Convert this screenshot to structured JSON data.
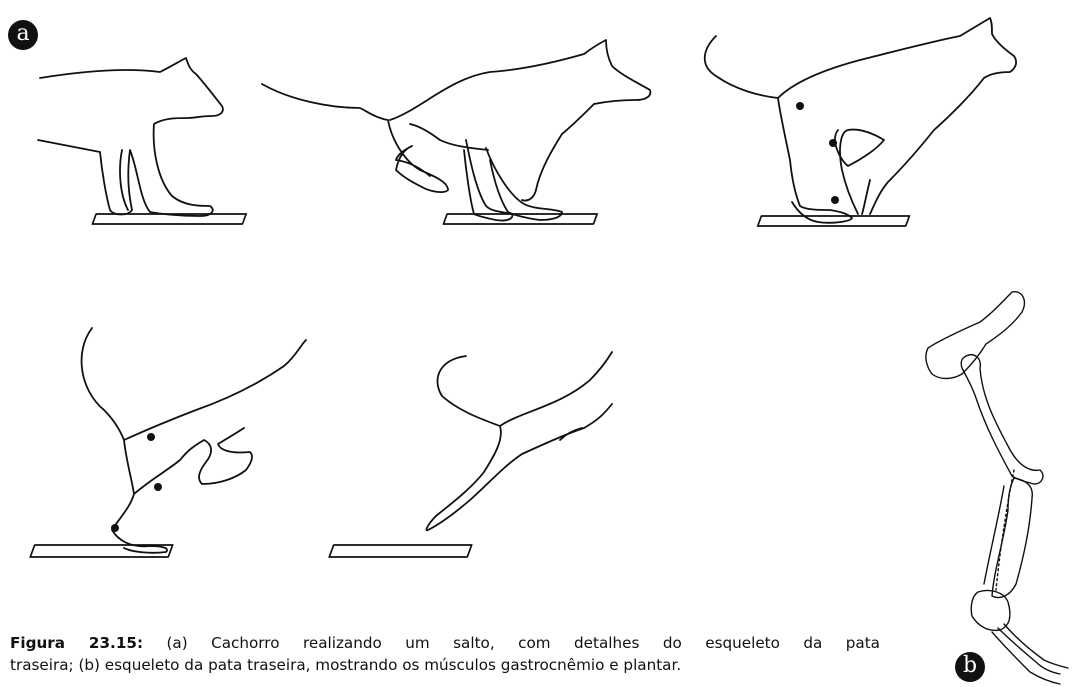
{
  "panels": {
    "a": {
      "label": "a"
    },
    "b": {
      "label": "b"
    }
  },
  "caption": {
    "figure_label": "Figura 23.15:",
    "text_line1": " (a) Cachorro realizando um salto, com detalhes do esqueleto da pata",
    "text_line2": "traseira; (b) esqueleto da pata traseira, mostrando os músculos gastrocnêmio e plantar."
  },
  "style": {
    "line_color": "#111111",
    "background": "#ffffff"
  }
}
